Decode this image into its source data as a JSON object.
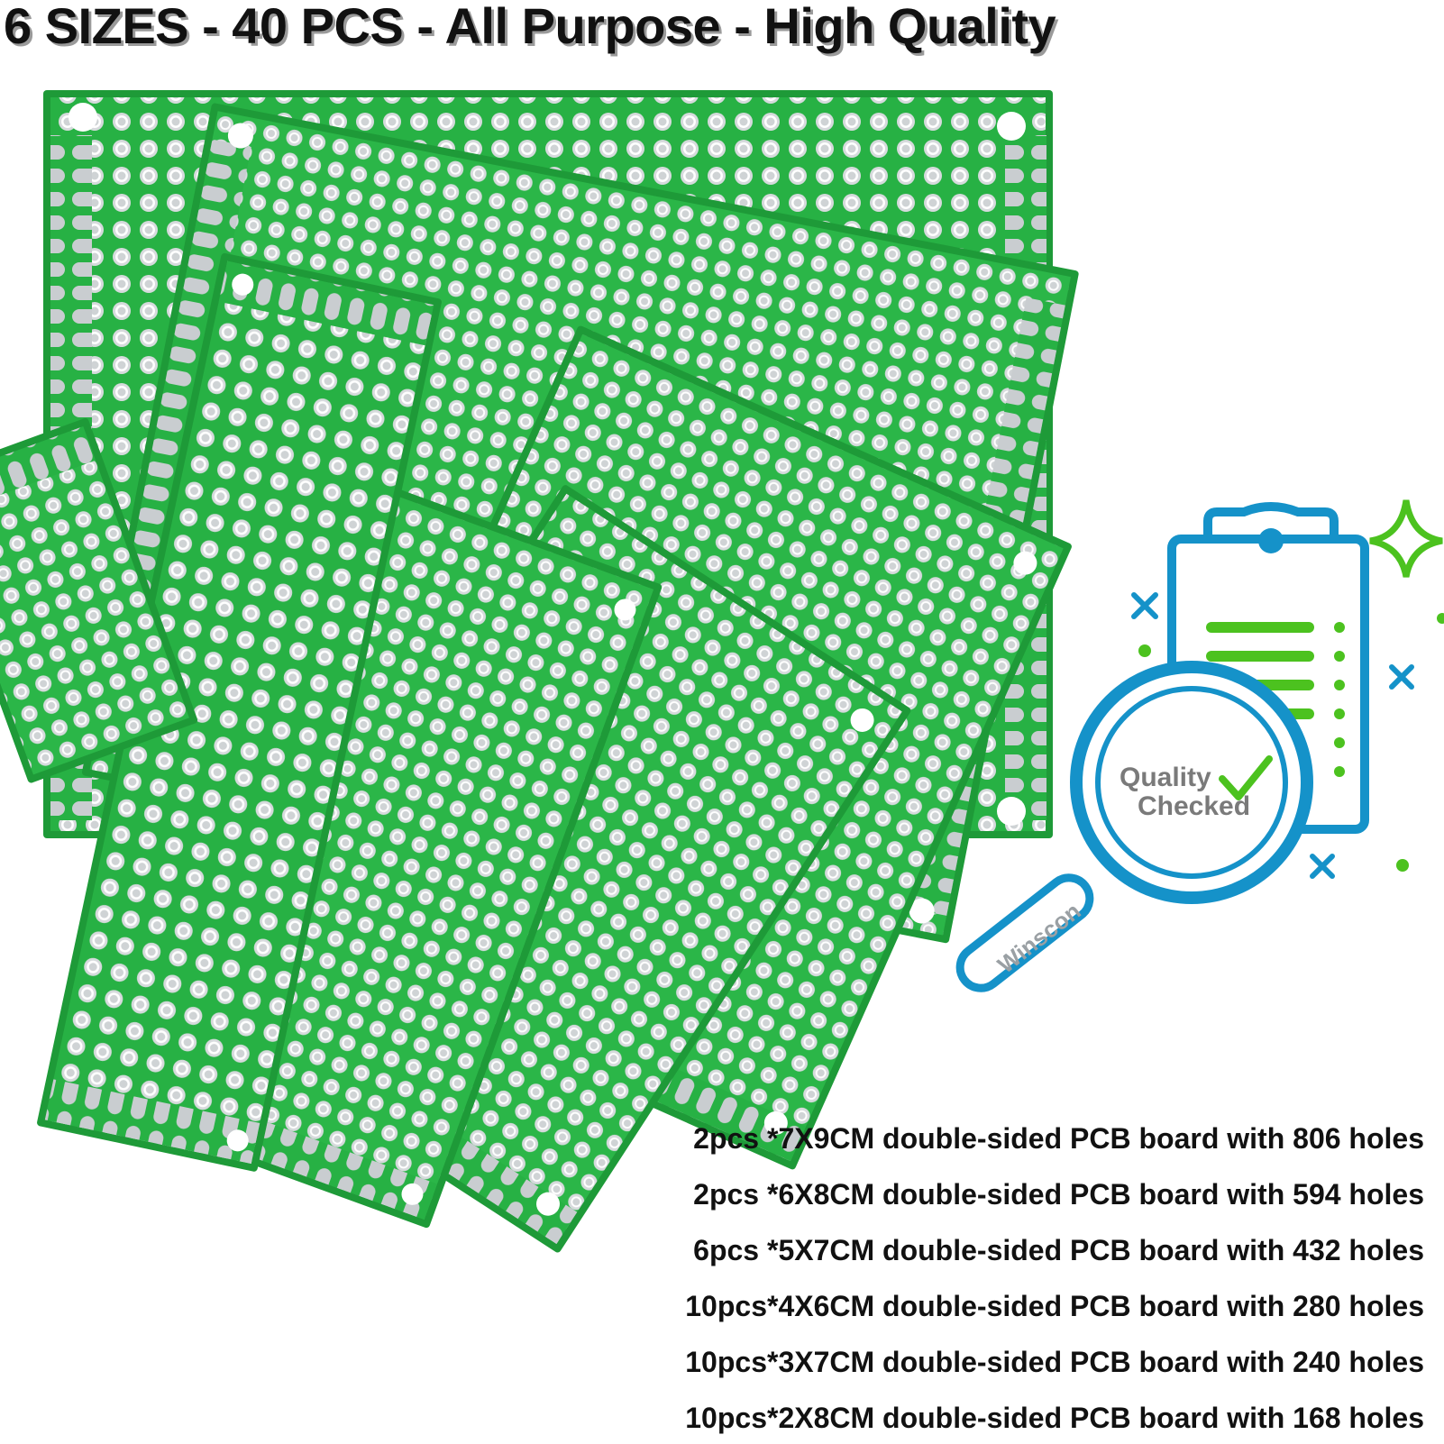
{
  "headline": "6 SIZES - 40 PCS - All Purpose - High Quality",
  "badge": {
    "quality_label": "Quality",
    "checked_label": "Checked",
    "brand_label": "Winscon"
  },
  "specs": [
    "2pcs *7X9CM double-sided PCB board with 806 holes",
    "2pcs *6X8CM double-sided PCB board with 594 holes",
    "6pcs *5X7CM double-sided PCB board with 432 holes",
    "10pcs*4X6CM double-sided PCB board with 280 holes",
    "10pcs*3X7CM double-sided PCB board with 240 holes",
    "10pcs*2X8CM double-sided PCB board with 168 holes"
  ],
  "colors": {
    "pcb_green": "#27b144",
    "pcb_edge": "#1e9a38",
    "pad_silver": "#c9cdd0",
    "badge_blue": "#1592c9",
    "badge_green": "#4cc21f",
    "text_dark": "#111111"
  }
}
